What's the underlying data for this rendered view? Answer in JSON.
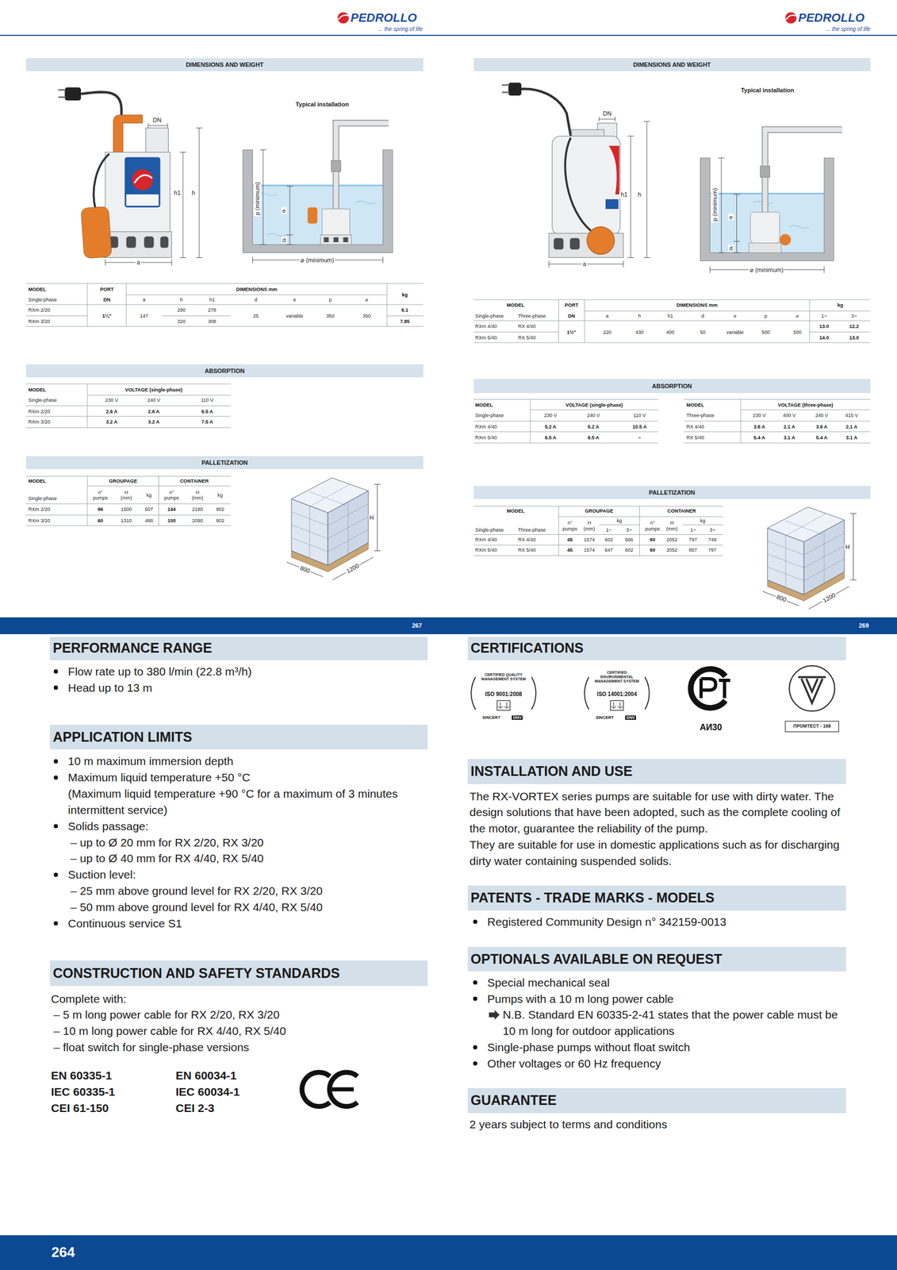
{
  "diagram": {
    "nodes": [
      {
        "text": [
          "DIMENSIONS AND WEIGHT"
        ]
      },
      {
        "text": [
          "ABSORPTION"
        ]
      },
      {
        "text": [
          "PALLETIZATION"
        ]
      },
      {
        "text": [
          "DIMENSIONS AND WEIGHT"
        ]
      },
      {
        "text": [
          "ABSORPTION"
        ]
      },
      {
        "text": [
          "PALLETIZATION"
        ]
      },
      {
        "text": [
          "267",
          "269"
        ]
      },
      {
        "text": [
          "PERFORMANCE RANGE"
        ]
      },
      {
        "text": [
          "CERTIFICATIONS"
        ]
      },
      {
        "text": [
          "APPLICATION LIMITS"
        ]
      },
      {
        "text": [
          "INSTALLATION AND USE"
        ]
      },
      {
        "text": [
          "PATENTS - TRADE MARKS - MODELS"
        ]
      },
      {
        "text": [
          "OPTIONALS AVAILABLE ON REQUEST"
        ]
      },
      {
        "text": [
          "CONSTRUCTION AND SAFETY STANDARDS"
        ]
      },
      {
        "text": [
          "GUARANTEE"
        ]
      },
      {
        "text": [
          "264"
        ]
      }
    ],
    "labels": [
      "PEDROLLO",
      "... the spring of life",
      "PEDROLLO",
      "... the spring of life",
      "DN",
      "h1",
      "h",
      "a",
      "Typical installation",
      "p (minimum)",
      "e",
      "d",
      "⌀ (minimum)",
      "MODEL",
      "PORT",
      "DIMENSIONS mm",
      "kg",
      "Single-phase",
      "DN",
      "a",
      "h",
      "h1",
      "d",
      "e",
      "p",
      "⌀",
      "RXm 2/20",
      "1¼\"",
      "147",
      "290",
      "278",
      "25",
      "variable",
      "350",
      "350",
      "6.1",
      "RXm 3/20",
      "320",
      "308",
      "7.85",
      "MODEL",
      "VOLTAGE (single-phase)",
      "Single-phase",
      "230 V",
      "240 V",
      "110 V",
      "RXm 2/20",
      "2.6 A",
      "2.6 A",
      "6.5 A",
      "RXm 3/20",
      "3.2 A",
      "3.2 A",
      "7.5 A",
      "MODEL",
      "GROUPAGE",
      "CONTAINER",
      "Single-phase",
      "n° pumps",
      "H (mm)",
      "kg",
      "n° pumps",
      "H (mm)",
      "kg",
      "RXm 2/20",
      "96",
      "1500",
      "607",
      "144",
      "2180",
      "902",
      "RXm 3/20",
      "60",
      "1310",
      "488",
      "100",
      "2090",
      "802",
      "H",
      "800",
      "1200",
      "DN",
      "h1",
      "h",
      "a",
      "Typical installation",
      "p (minimum)",
      "e",
      "d",
      "⌀ (minimum)",
      "MODEL",
      "PORT",
      "DIMENSIONS mm",
      "kg",
      "Single-phase",
      "Three-phase",
      "DN",
      "a",
      "h",
      "h1",
      "d",
      "e",
      "p",
      "⌀",
      "1~",
      "3~",
      "RXm 4/40",
      "RX 4/40",
      "1½\"",
      "220",
      "430",
      "400",
      "50",
      "variable",
      "500",
      "500",
      "13.0",
      "12.2",
      "RXm 5/40",
      "RX 5/40",
      "14.0",
      "13.0",
      "MODEL",
      "VOLTAGE (single-phase)",
      "Single-phase",
      "230 V",
      "240 V",
      "110 V",
      "RXm 4/40",
      "5.2 A",
      "5.2 A",
      "10.5 A",
      "RXm 5/40",
      "6.5 A",
      "6.5 A",
      "–",
      "MODEL",
      "VOLTAGE (three-phase)",
      "Three-phase",
      "230 V",
      "400 V",
      "240 V",
      "415 V",
      "RX 4/40",
      "3.6 A",
      "2.1 A",
      "3.6 A",
      "2.1 A",
      "RX 5/40",
      "5.4 A",
      "3.1 A",
      "5.4 A",
      "3.1 A",
      "MODEL",
      "GROUPAGE",
      "CONTAINER",
      "Single-phase",
      "Three-phase",
      "n° pumps",
      "H (mm)",
      "kg",
      "n° pumps",
      "H (mm)",
      "kg",
      "1~",
      "3~",
      "1~",
      "3~",
      "RXm 4/40",
      "RX 4/40",
      "45",
      "1574",
      "602",
      "566",
      "60",
      "2052",
      "797",
      "749",
      "RXm 5/40",
      "RX 5/40",
      "45",
      "1574",
      "647",
      "602",
      "60",
      "2052",
      "857",
      "797",
      "H",
      "800",
      "1200",
      "Flow rate up to 380 l/min (22.8 m³/h)",
      "Head up to 13 m",
      "10 m maximum immersion depth",
      "Maximum liquid temperature +50 °C",
      "(Maximum liquid temperature +90 °C for a maximum of 3 minutes intermittent service)",
      "Solids passage:",
      "– up to Ø 20 mm for RX 2/20, RX 3/20",
      "– up to Ø 40 mm for RX 4/40, RX 5/40",
      "Suction level:",
      "– 25 mm above ground level for RX 2/20, RX 3/20",
      "– 50 mm above ground level for RX 4/40, RX 5/40",
      "Continuous service S1",
      "Complete with:",
      "– 5 m long power cable for RX 2/20, RX 3/20",
      "– 10 m long power cable for RX 4/40, RX 5/40",
      "– float switch for single-phase versions",
      "EN 60335-1",
      "IEC 60335-1",
      "CEI 61-150",
      "EN 60034-1",
      "IEC 60034-1",
      "CEI 2-3",
      "CERTIFIED QUALITY MANAGEMENT SYSTEM",
      "ISO 9001:2008",
      "SINCERT",
      "DNV",
      "CERTIFIED ENVIRONMENTAL MANAGEMENT SYSTEM",
      "ISO 14001:2004",
      "SINCERT",
      "DNV",
      "АИ30",
      "ПРОМТЕСТ - 168",
      "The RX-VORTEX series pumps are suitable for use with dirty water. The design solutions that have been adopted, such as the complete cooling of the motor, guarantee the reliability of the pump.",
      "They are suitable for use in domestic applications such as for discharging dirty water containing suspended solids.",
      "Registered Community Design n° 342159-0013",
      "Special mechanical seal",
      "Pumps with a 10 m long power cable",
      "N.B. Standard EN 60335-2-41 states that the power cable must be 10 m long for outdoor applications",
      "Single-phase pumps without float switch",
      "Other voltages or 60 Hz frequency",
      "2 years subject to terms and conditions"
    ]
  }
}
